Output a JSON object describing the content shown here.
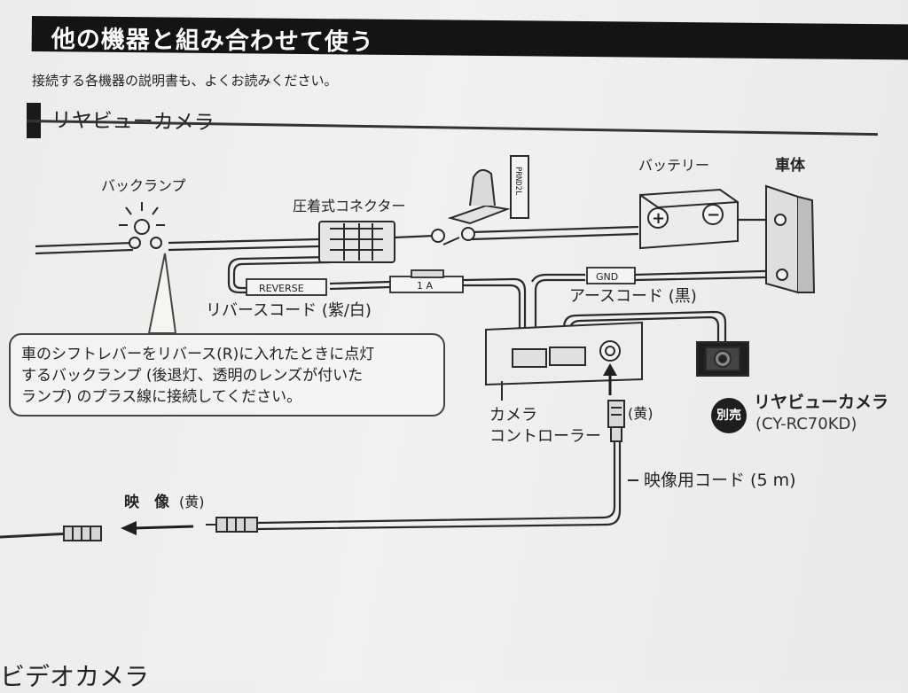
{
  "section": {
    "title": "他の機器と組み合わせて使う"
  },
  "intro": "接続する各機器の説明書も、よくお読みください。",
  "subsection": {
    "title": "リヤビューカメラ"
  },
  "labels": {
    "back_lamp": "バックランプ",
    "crimp_connector": "圧着式コネクター",
    "battery": "バッテリー",
    "vehicle_body": "車体",
    "shift_positions": "PRND2L",
    "reverse_tag": "REVERSE",
    "fuse_tag": "1 A",
    "gnd_tag": "GND",
    "reverse_cord": "リバースコード (紫/白)",
    "ground_cord": "アースコード (黒)",
    "camera_controller_line1": "カメラ",
    "camera_controller_line2": "コントローラー",
    "yellow": "(黄)",
    "video_cord": "映像用コード (5 m)",
    "video": "映　像",
    "video_color": "(黄)",
    "rear_camera": "リヤビューカメラ",
    "sold_separately": "別売",
    "camera_model": "(CY-RC70KD)",
    "plus_symbol": "+",
    "minus_symbol": "−"
  },
  "callout": {
    "line1": "車のシフトレバーをリバース(R)に入れたときに点灯",
    "line2": "するバックランプ (後退灯、透明のレンズが付いた",
    "line3": "ランプ) のプラス線に接続してください。"
  },
  "bottom_title": "ビデオカメラ",
  "icons": [
    "lamp-icon",
    "connector-icon",
    "shift-lever-icon",
    "battery-icon",
    "chassis-icon",
    "fuse-icon",
    "controller-icon",
    "camera-icon",
    "rca-plug-icon",
    "arrow-icon"
  ]
}
